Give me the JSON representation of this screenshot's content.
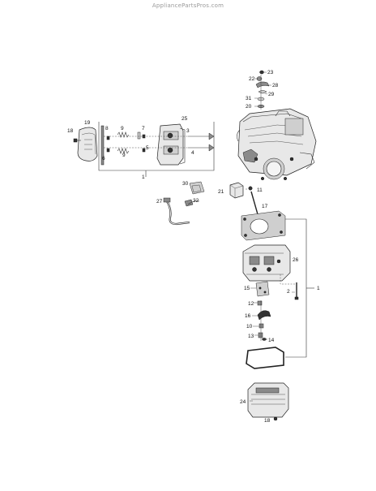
{
  "watermark": "AppliancePartsPros.com",
  "callouts": {
    "c23": "23",
    "c22": "22",
    "c28": "28",
    "c31": "31",
    "c29": "29",
    "c20": "20",
    "c25": "25",
    "c19": "19",
    "c18a": "18",
    "c8": "8",
    "c9a": "9",
    "c7": "7",
    "c3": "3",
    "c5": "5",
    "c6": "6",
    "c9b": "9",
    "c4": "4",
    "c1a": "1",
    "c30": "30",
    "c27": "27",
    "c32": "32",
    "c21": "21",
    "c11": "11",
    "c17": "17",
    "c26": "26",
    "c15": "15",
    "c2": "2",
    "c1b": "1",
    "c12": "12",
    "c16": "16",
    "c10": "10",
    "c13": "13",
    "c14": "14",
    "c24": "24",
    "c18b": "18"
  }
}
